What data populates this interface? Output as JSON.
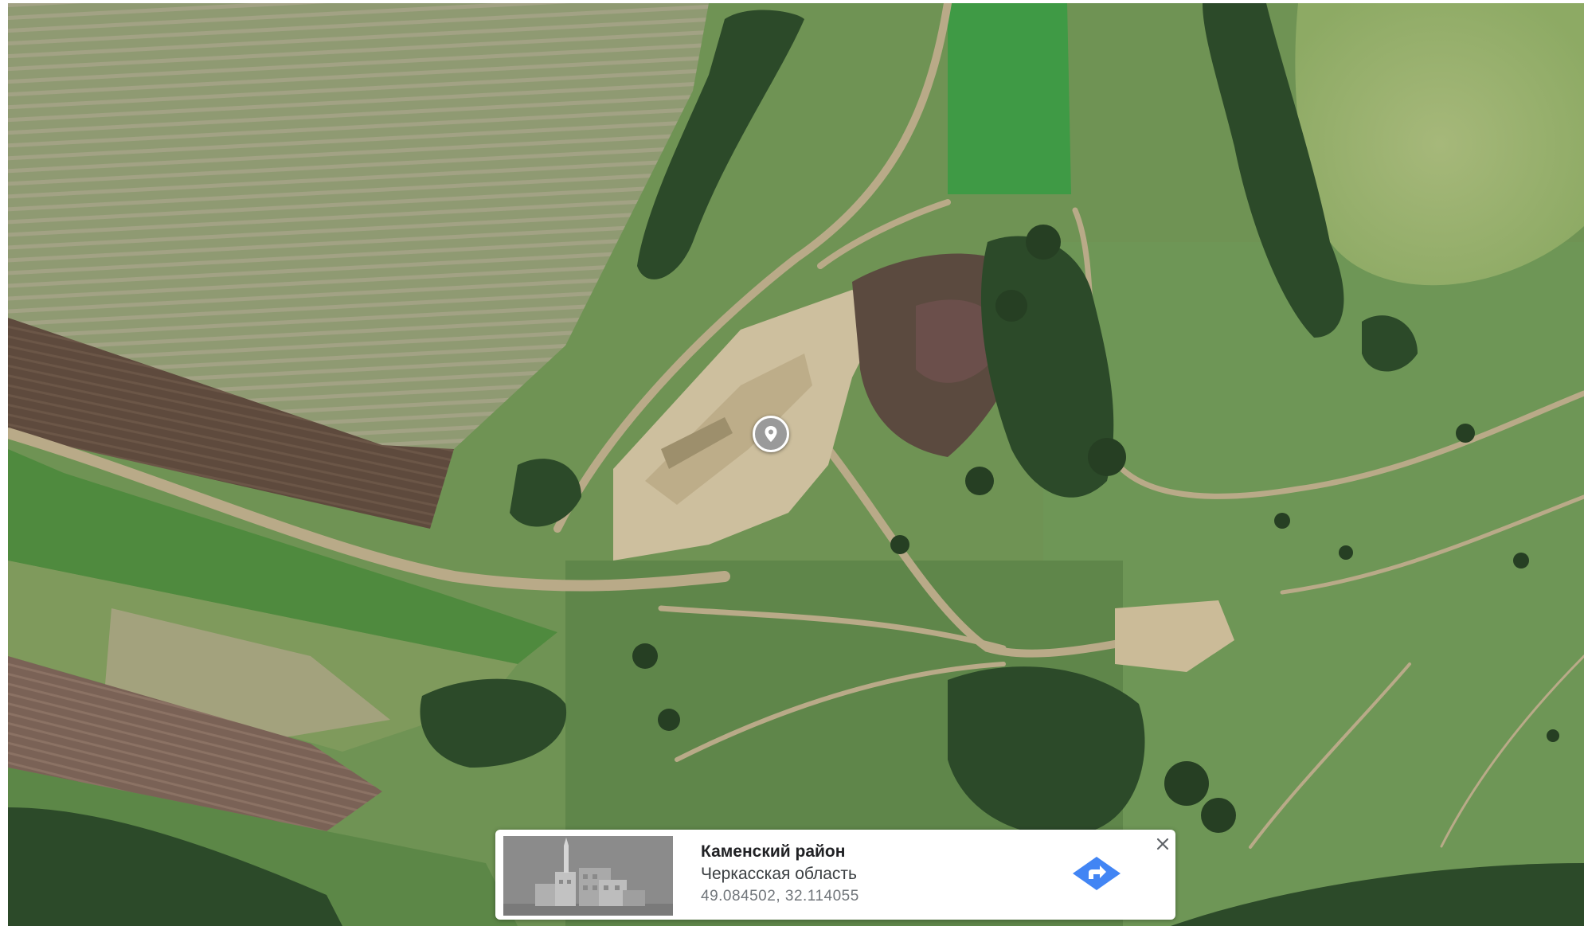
{
  "map": {
    "view": "satellite",
    "icons": {
      "pin": "location-pin-icon",
      "directions": "directions-icon",
      "close": "close-icon",
      "thumbnail": "building-thumbnail-image"
    }
  },
  "info_card": {
    "title": "Каменский район",
    "region": "Черкасская область",
    "coordinates": "49.084502, 32.114055"
  },
  "colors": {
    "card_background": "#ffffff",
    "directions_blue": "#4285f4",
    "close_gray": "#5f6368"
  }
}
